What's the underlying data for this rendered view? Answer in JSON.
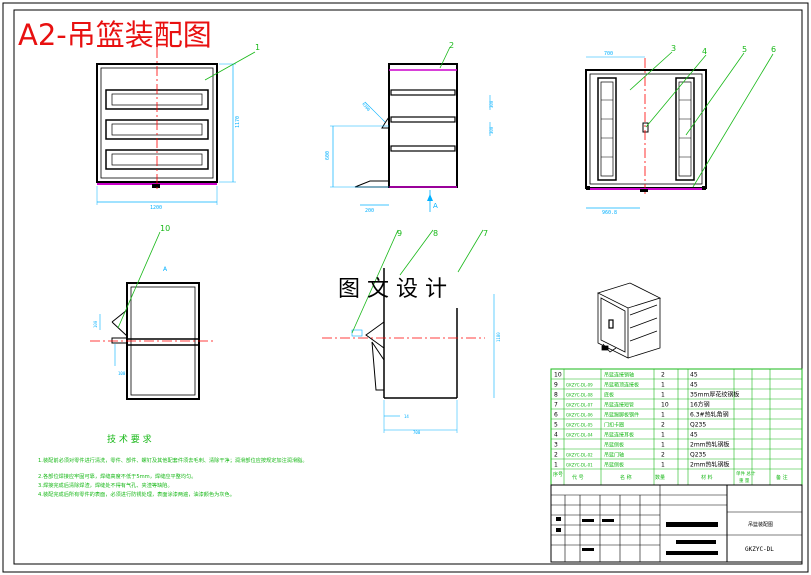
{
  "title": "A2-吊篮装配图",
  "watermark": "图 文 设 计",
  "balloons": [
    "1",
    "2",
    "3",
    "4",
    "5",
    "6",
    "10",
    "9",
    "8",
    "7"
  ],
  "view_marks": {
    "a1": "A",
    "a2": "A"
  },
  "tech_title": "技 术 要 求",
  "tech_lines": [
    "1.装配前必须对零件进行清洗，零件、部件、螺钉及其他配套件须去毛刺、清除干净；润滑部位应按规定加注润滑脂。",
    "2.各部位焊接应牢固可靠，焊缝高度不低于5mm，焊缝应平整均匀。",
    "3.焊接完成后清除焊渣，焊缝处不得有气孔、夹渣等缺陷。",
    "4.装配完成后所有零件的表面，必须进行防锈处理，表面涂漆两遍，油漆颜色为灰色。"
  ],
  "parts": [
    {
      "no": "10",
      "code": "",
      "name": "吊篮连接销轴",
      "qty": "2",
      "mat": "45"
    },
    {
      "no": "9",
      "code": "GKZYC-DL-09",
      "name": "吊篮箱顶连接板",
      "qty": "1",
      "mat": "45"
    },
    {
      "no": "8",
      "code": "GKZYC-DL-08",
      "name": "底板",
      "qty": "1",
      "mat": "35mm厚花纹钢板"
    },
    {
      "no": "7",
      "code": "GKZYC-DL-07",
      "name": "吊篮连接短管",
      "qty": "10",
      "mat": "16方钢"
    },
    {
      "no": "6",
      "code": "GKZYC-DL-06",
      "name": "吊篮踢脚板钢件",
      "qty": "1",
      "mat": "6.3#热轧角钢"
    },
    {
      "no": "5",
      "code": "GKZYC-DL-05",
      "name": "门扣卡圈",
      "qty": "2",
      "mat": "Q235"
    },
    {
      "no": "4",
      "code": "GKZYC-DL-04",
      "name": "吊篮连接耳板",
      "qty": "1",
      "mat": "45"
    },
    {
      "no": "3",
      "code": "",
      "name": "吊篮侧板",
      "qty": "1",
      "mat": "2mm热轧钢板"
    },
    {
      "no": "2",
      "code": "GKZYC-DL-02",
      "name": "吊篮门轴",
      "qty": "2",
      "mat": "Q235"
    },
    {
      "no": "1",
      "code": "GKZYC-DL-01",
      "name": "吊篮侧板",
      "qty": "1",
      "mat": "2mm热轧钢板"
    }
  ],
  "bom_header": {
    "no": "序号",
    "code": "代 号",
    "name": "名 称",
    "qty": "数量",
    "mat": "材 料",
    "unit": "单件 总计",
    "weight": "重 量",
    "note": "备 注"
  },
  "title_block": {
    "name": "吊篮装配图",
    "code": "GKZYC-DL"
  },
  "colors": {
    "frame": "#000000",
    "title": "#e81010",
    "center": "#ff0000",
    "leader": "#18b818",
    "dim": "#00b0ff",
    "accent": "#cc00cc",
    "table": "#18b818"
  }
}
